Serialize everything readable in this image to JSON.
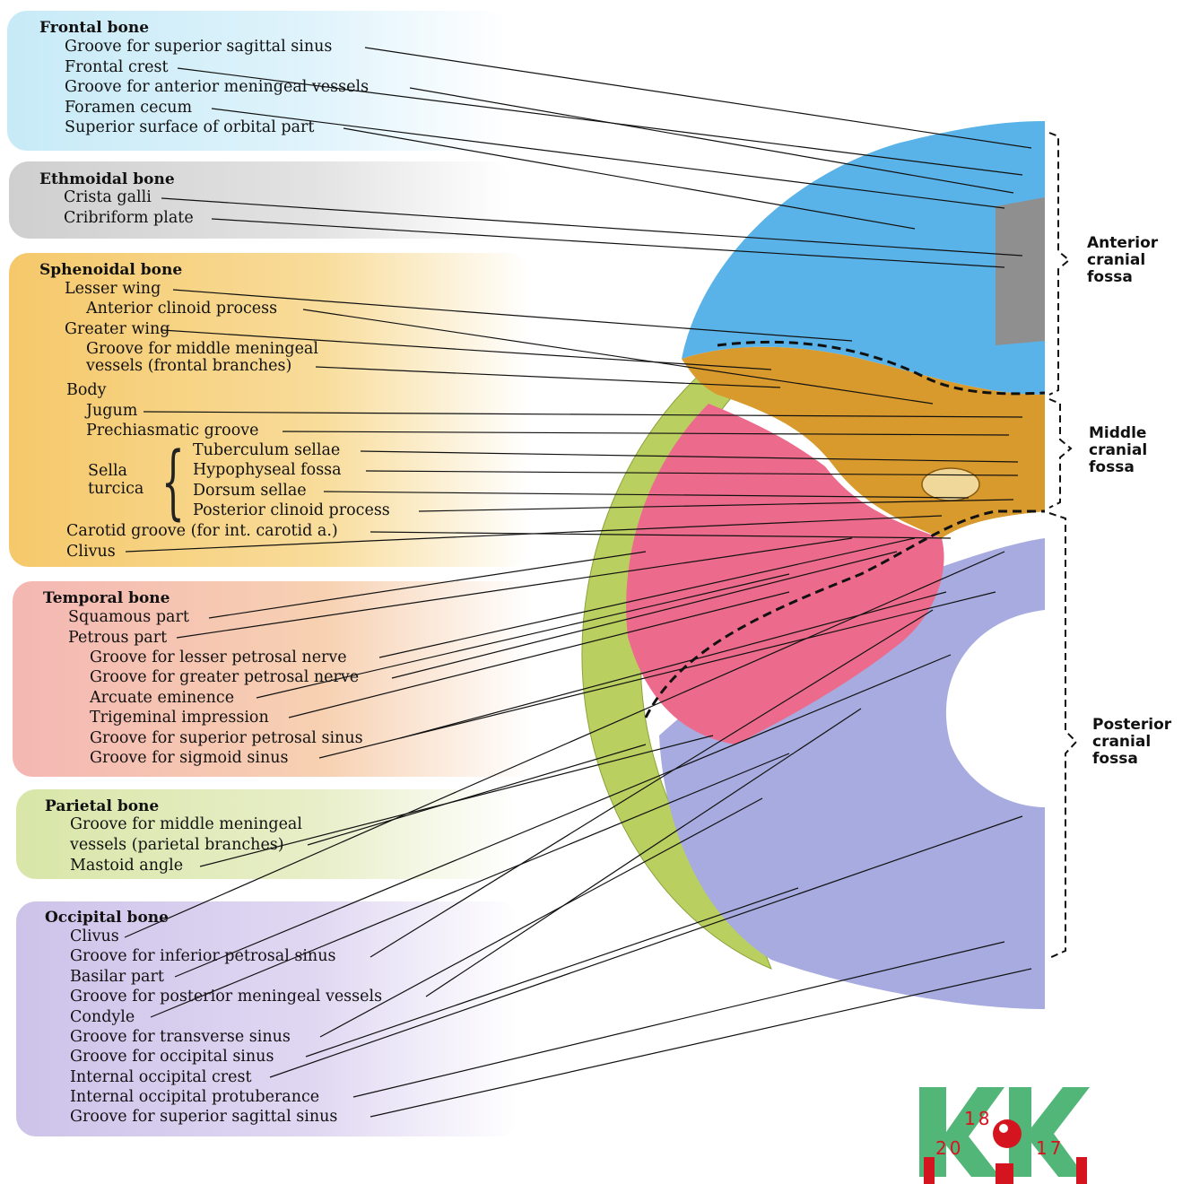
{
  "groups": [
    {
      "title": "Frontal bone",
      "labels": [
        "Groove for superior sagittal sinus",
        "Frontal crest",
        "Groove for anterior meningeal vessels",
        "Foramen cecum",
        "Superior surface of orbital part"
      ]
    },
    {
      "title": "Ethmoidal bone",
      "labels": [
        "Crista galli",
        "Cribriform plate"
      ]
    },
    {
      "title": "Sphenoidal bone",
      "labels": [
        "Lesser wing",
        "Anterior clinoid process",
        "Greater wing",
        "Groove for middle meningeal",
        "vessels (frontal branches)",
        "Body",
        "Jugum",
        "Prechiasmatic groove"
      ],
      "sella_turcica": {
        "label_line1": "Sella",
        "label_line2": "turcica",
        "labels": [
          "Tuberculum sellae",
          "Hypophyseal fossa",
          "Dorsum sellae",
          "Posterior clinoid process"
        ]
      },
      "after": [
        "Carotid groove (for int. carotid a.)",
        "Clivus"
      ]
    },
    {
      "title": "Temporal bone",
      "labels": [
        "Squamous part",
        "Petrous part",
        "Groove for lesser petrosal nerve",
        "Groove for greater petrosal nerve",
        "Arcuate eminence",
        "Trigeminal impression",
        "Groove for superior petrosal sinus",
        "Groove for sigmoid sinus"
      ]
    },
    {
      "title": "Parietal bone",
      "labels": [
        "Groove for middle meningeal",
        "vessels (parietal branches)",
        "Mastoid angle"
      ]
    },
    {
      "title": "Occipital bone",
      "labels": [
        "Clivus",
        "Groove for inferior petrosal sinus",
        "Basilar part",
        "Groove for posterior meningeal vessels",
        "Condyle",
        "Groove for transverse sinus",
        "Groove for occipital sinus",
        "Internal occipital crest",
        "Internal occipital protuberance",
        "Groove for superior sagittal sinus"
      ]
    }
  ],
  "fossae": [
    {
      "lines": [
        "Anterior",
        "cranial",
        "fossa"
      ]
    },
    {
      "lines": [
        "Middle",
        "cranial",
        "fossa"
      ]
    },
    {
      "lines": [
        "Posterior",
        "cranial",
        "fossa"
      ]
    }
  ],
  "logo": {
    "num_top": "18",
    "num_left": "20",
    "num_right": "17"
  },
  "colors": {
    "frontal": "#5ab3e8",
    "ethmoid": "#8a8a8a",
    "sphenoid": "#d8a23a",
    "temporal": "#e56a86",
    "parietal": "#b5cf5a",
    "occipital": "#9ea2dc",
    "logo_green": "#3fae6a",
    "logo_red": "#d4151f"
  }
}
